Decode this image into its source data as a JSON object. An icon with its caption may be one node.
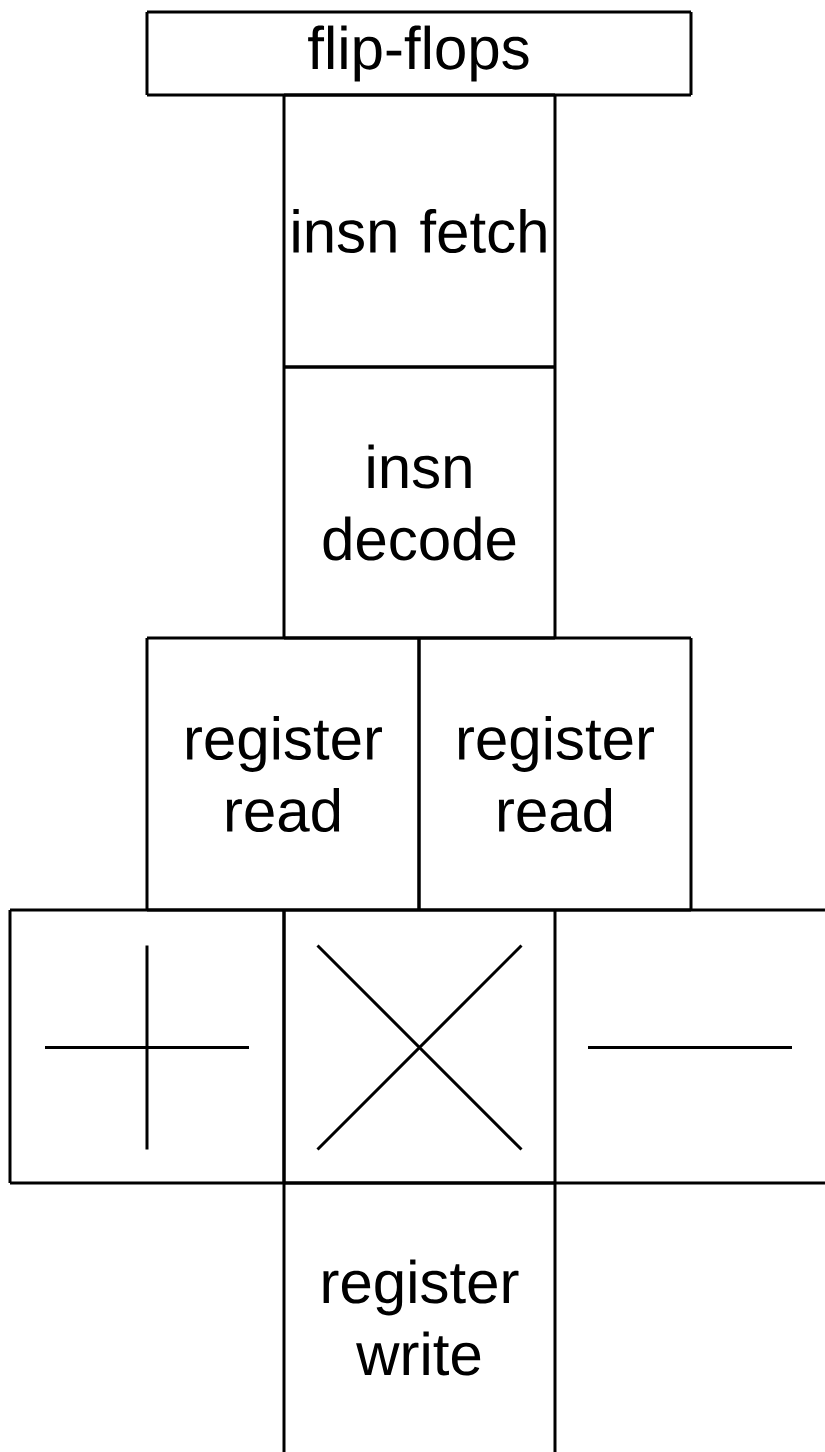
{
  "diagram": {
    "nodes": [
      {
        "text": [
          "flip-flops"
        ]
      },
      {
        "text": [
          "insn fetch"
        ]
      },
      {
        "text": [
          "insn decode"
        ]
      },
      {
        "text": [
          "register read"
        ]
      },
      {
        "text": [
          "register read"
        ]
      },
      {
        "text": [],
        "shape": "box"
      },
      {
        "text": [],
        "shape": "box"
      },
      {
        "text": [],
        "shape": "box"
      },
      {
        "text": [
          "register write"
        ]
      }
    ]
  }
}
